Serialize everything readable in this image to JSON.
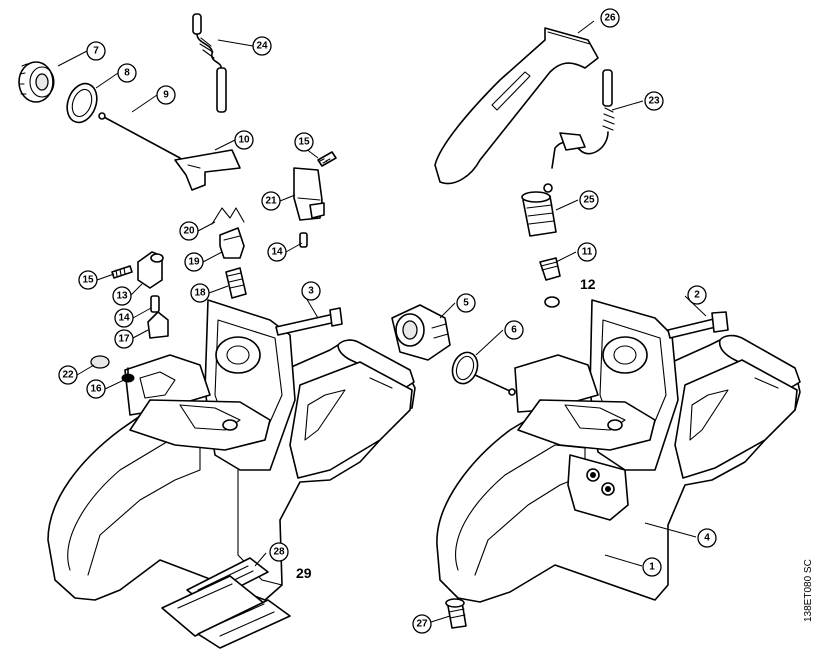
{
  "callouts": {
    "c1": "1",
    "c2": "2",
    "c3": "3",
    "c4": "4",
    "c5": "5",
    "c6": "6",
    "c7": "7",
    "c8": "8",
    "c9": "9",
    "c10": "10",
    "c11": "11",
    "c13": "13",
    "c14a": "14",
    "c14b": "14",
    "c15a": "15",
    "c15b": "15",
    "c16": "16",
    "c17": "17",
    "c18": "18",
    "c19": "19",
    "c20": "20",
    "c21": "21",
    "c22": "22",
    "c23": "23",
    "c24": "24",
    "c25": "25",
    "c26": "26",
    "c27": "27",
    "c28": "28"
  },
  "labels": {
    "part12": "12",
    "part29": "29",
    "drawing_code": "138ET080 SC"
  }
}
